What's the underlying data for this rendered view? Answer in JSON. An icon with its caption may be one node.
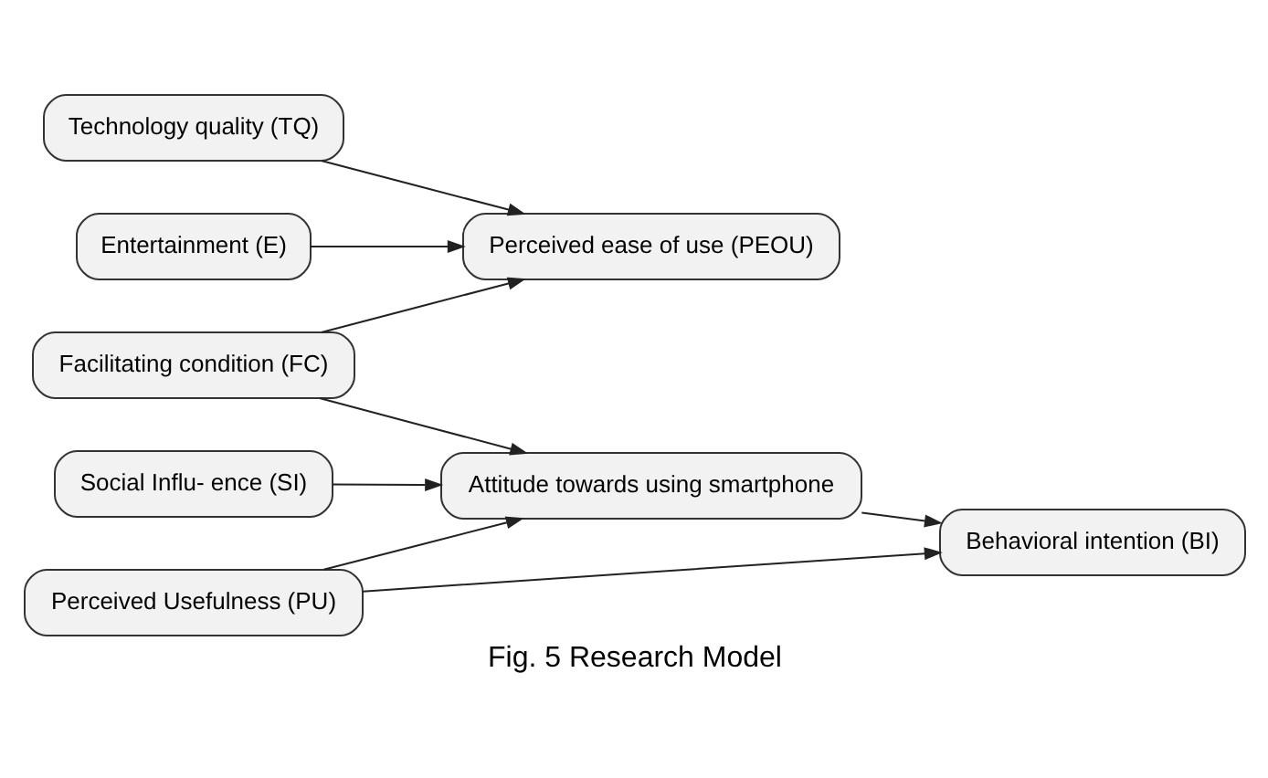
{
  "diagram": {
    "caption": "Fig. 5 Research Model",
    "nodes": [
      {
        "text": [
          "Technology quality (TQ)"
        ]
      },
      {
        "text": [
          "Perceived Usefulness (PU)"
        ]
      },
      {
        "text": [
          "Attitude towards using smartphone"
        ]
      },
      {
        "text": [
          "Behavioral intention (BI)"
        ]
      },
      {
        "text": [
          "Entertainment (E)"
        ]
      },
      {
        "text": [
          "Perceived ease of use (PEOU)"
        ]
      },
      {
        "text": [
          "Facilitating condition (FC)"
        ]
      },
      {
        "text": [
          "Social Influ- ence (SI)"
        ]
      }
    ],
    "edges": [
      {
        "from": 0,
        "to": 5,
        "arrow": "to"
      },
      {
        "from": 1,
        "to": 3,
        "arrow": "to"
      },
      {
        "from": 1,
        "to": 2,
        "arrow": "to"
      },
      {
        "from": 2,
        "to": 3,
        "arrow": "to"
      },
      {
        "from": 4,
        "to": 5,
        "arrow": "to"
      },
      {
        "from": 6,
        "to": 5,
        "arrow": "to"
      },
      {
        "from": 6,
        "to": 2,
        "arrow": "to"
      },
      {
        "from": 7,
        "to": 2,
        "arrow": "to"
      }
    ]
  }
}
